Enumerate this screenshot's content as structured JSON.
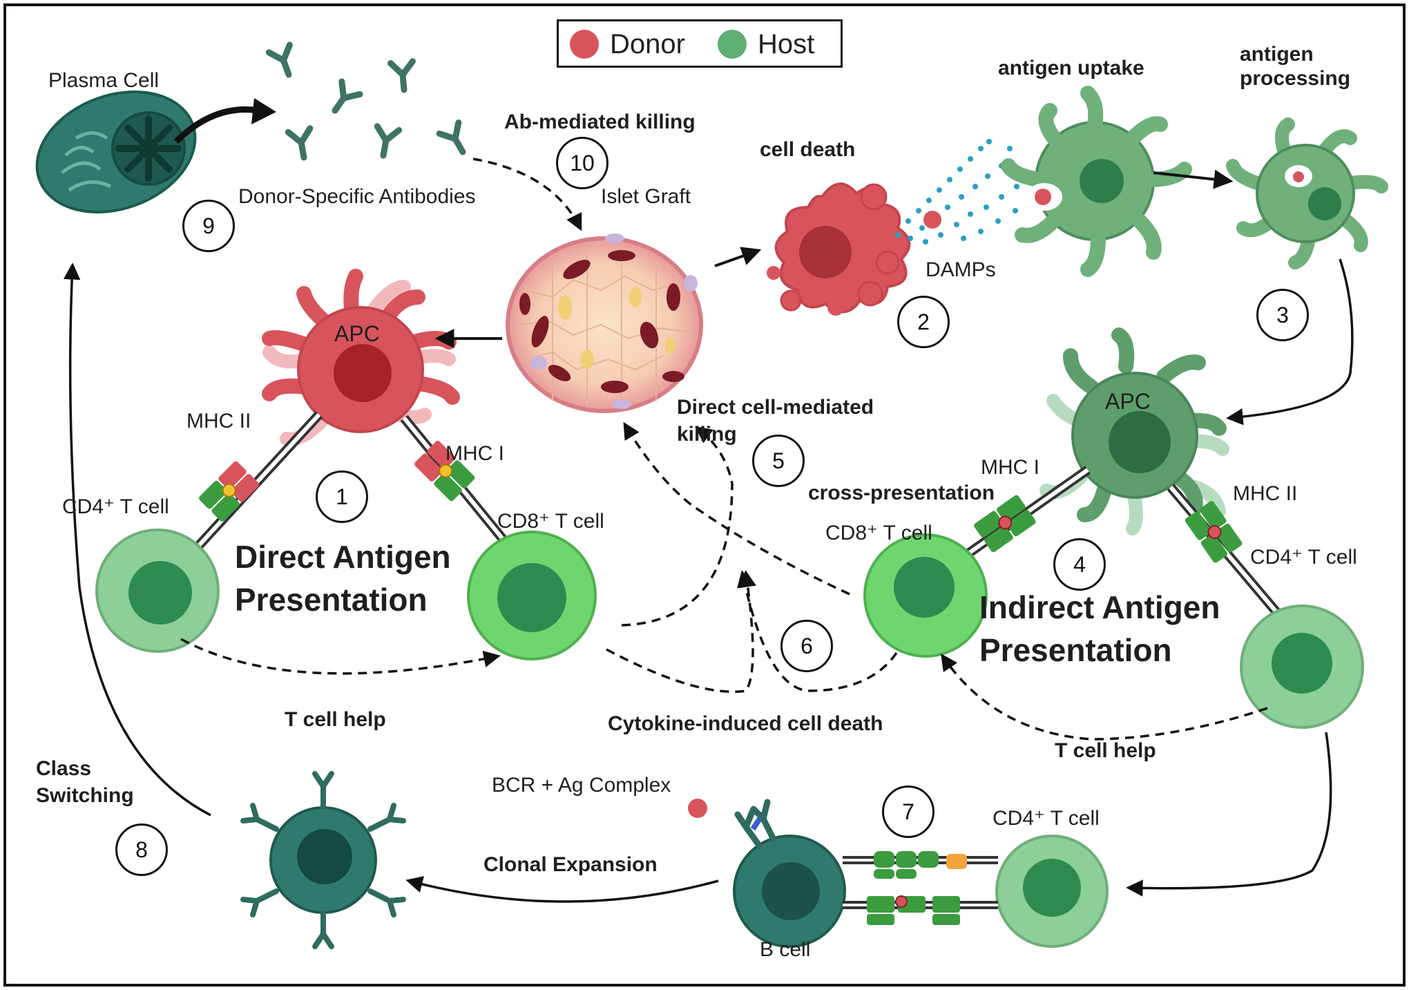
{
  "legend": {
    "donor": "Donor",
    "host": "Host"
  },
  "colors": {
    "donor": "#d8545c",
    "host": "#5fae74",
    "frame": "#111111"
  },
  "labels": {
    "plasma_cell": "Plasma Cell",
    "dsa": "Donor-Specific Antibodies",
    "ab_killing": "Ab-mediated killing",
    "islet_graft": "Islet Graft",
    "cell_death": "cell death",
    "damps": "DAMPs",
    "antigen_uptake": "antigen uptake",
    "antigen_processing": "antigen\nprocessing",
    "apc_donor": "APC",
    "apc_host": "APC",
    "mhc2_left": "MHC II",
    "mhc1_left": "MHC I",
    "cd4_left": "CD4⁺ T cell",
    "cd8_left": "CD8⁺ T cell",
    "direct_pres": "Direct Antigen\nPresentation",
    "direct_killing": "Direct cell-mediated\nkilling",
    "cross_pres": "cross-presentation",
    "mhc1_right": "MHC I",
    "mhc2_right": "MHC II",
    "cd8_right": "CD8⁺ T cell",
    "cd4_right": "CD4⁺ T cell",
    "indirect_pres": "Indirect Antigen\nPresentation",
    "t_help_left": "T cell help",
    "cytokine": "Cytokine-induced cell death",
    "t_help_right": "T cell help",
    "class_switching": "Class\nSwitching",
    "bcr": "BCR + Ag Complex",
    "clonal": "Clonal Expansion",
    "b_cell": "B cell",
    "cd4_bottom": "CD4⁺ T cell"
  },
  "steps": {
    "s1": "1",
    "s2": "2",
    "s3": "3",
    "s4": "4",
    "s5": "5",
    "s6": "6",
    "s7": "7",
    "s8": "8",
    "s9": "9",
    "s10": "10"
  }
}
